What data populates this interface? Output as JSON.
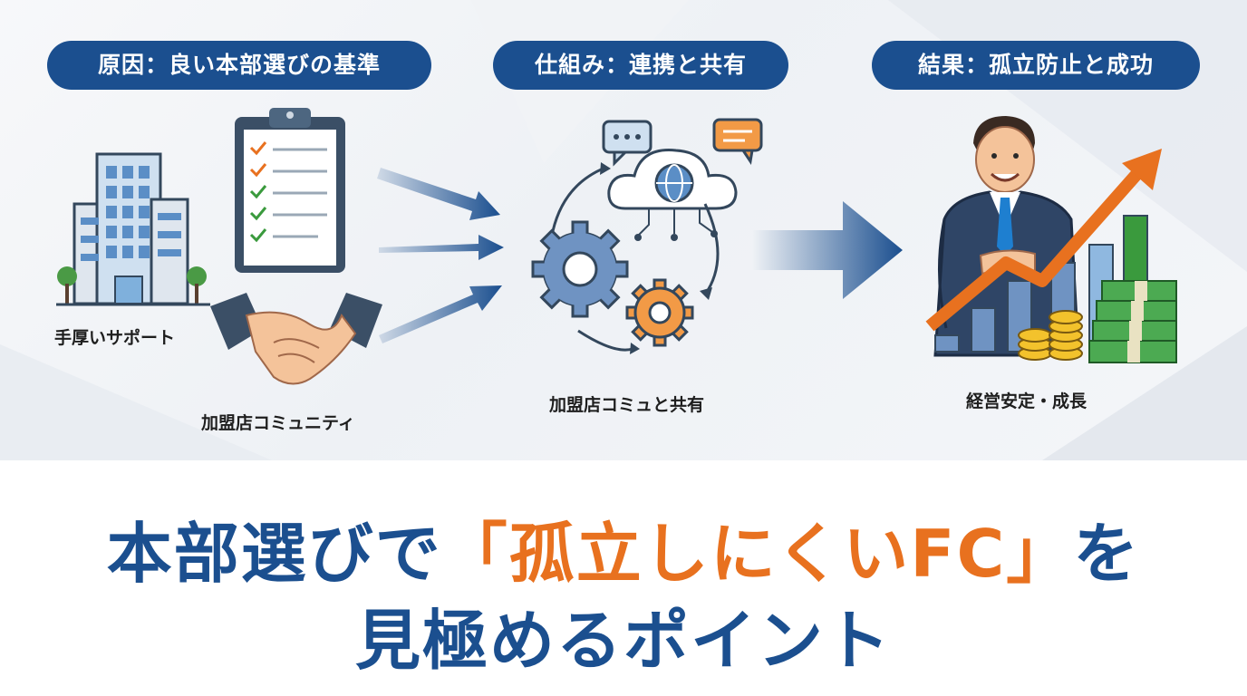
{
  "columns": [
    {
      "header": "原因：良い本部選びの基準",
      "captions": [
        "手厚いサポート",
        "加盟店コミュニティ"
      ]
    },
    {
      "header": "仕組み：連携と共有",
      "captions": [
        "加盟店コミュと共有"
      ]
    },
    {
      "header": "結果：孤立防止と成功",
      "captions": [
        "経営安定・成長"
      ]
    }
  ],
  "headline": {
    "line1_before": "本部選びで",
    "line1_accent": "「孤立しにくいFC」",
    "line1_after": "を",
    "line2": "見極めるポイント"
  },
  "colors": {
    "navy": "#1b4f8f",
    "orange": "#e8711f",
    "green": "#3a9a3d"
  },
  "icons": [
    "office-building-icon",
    "checklist-clipboard-icon",
    "handshake-icon",
    "cloud-globe-icon",
    "chat-bubble-icon",
    "gears-icon",
    "businessman-icon",
    "growth-chart-icon",
    "money-stack-icon"
  ]
}
